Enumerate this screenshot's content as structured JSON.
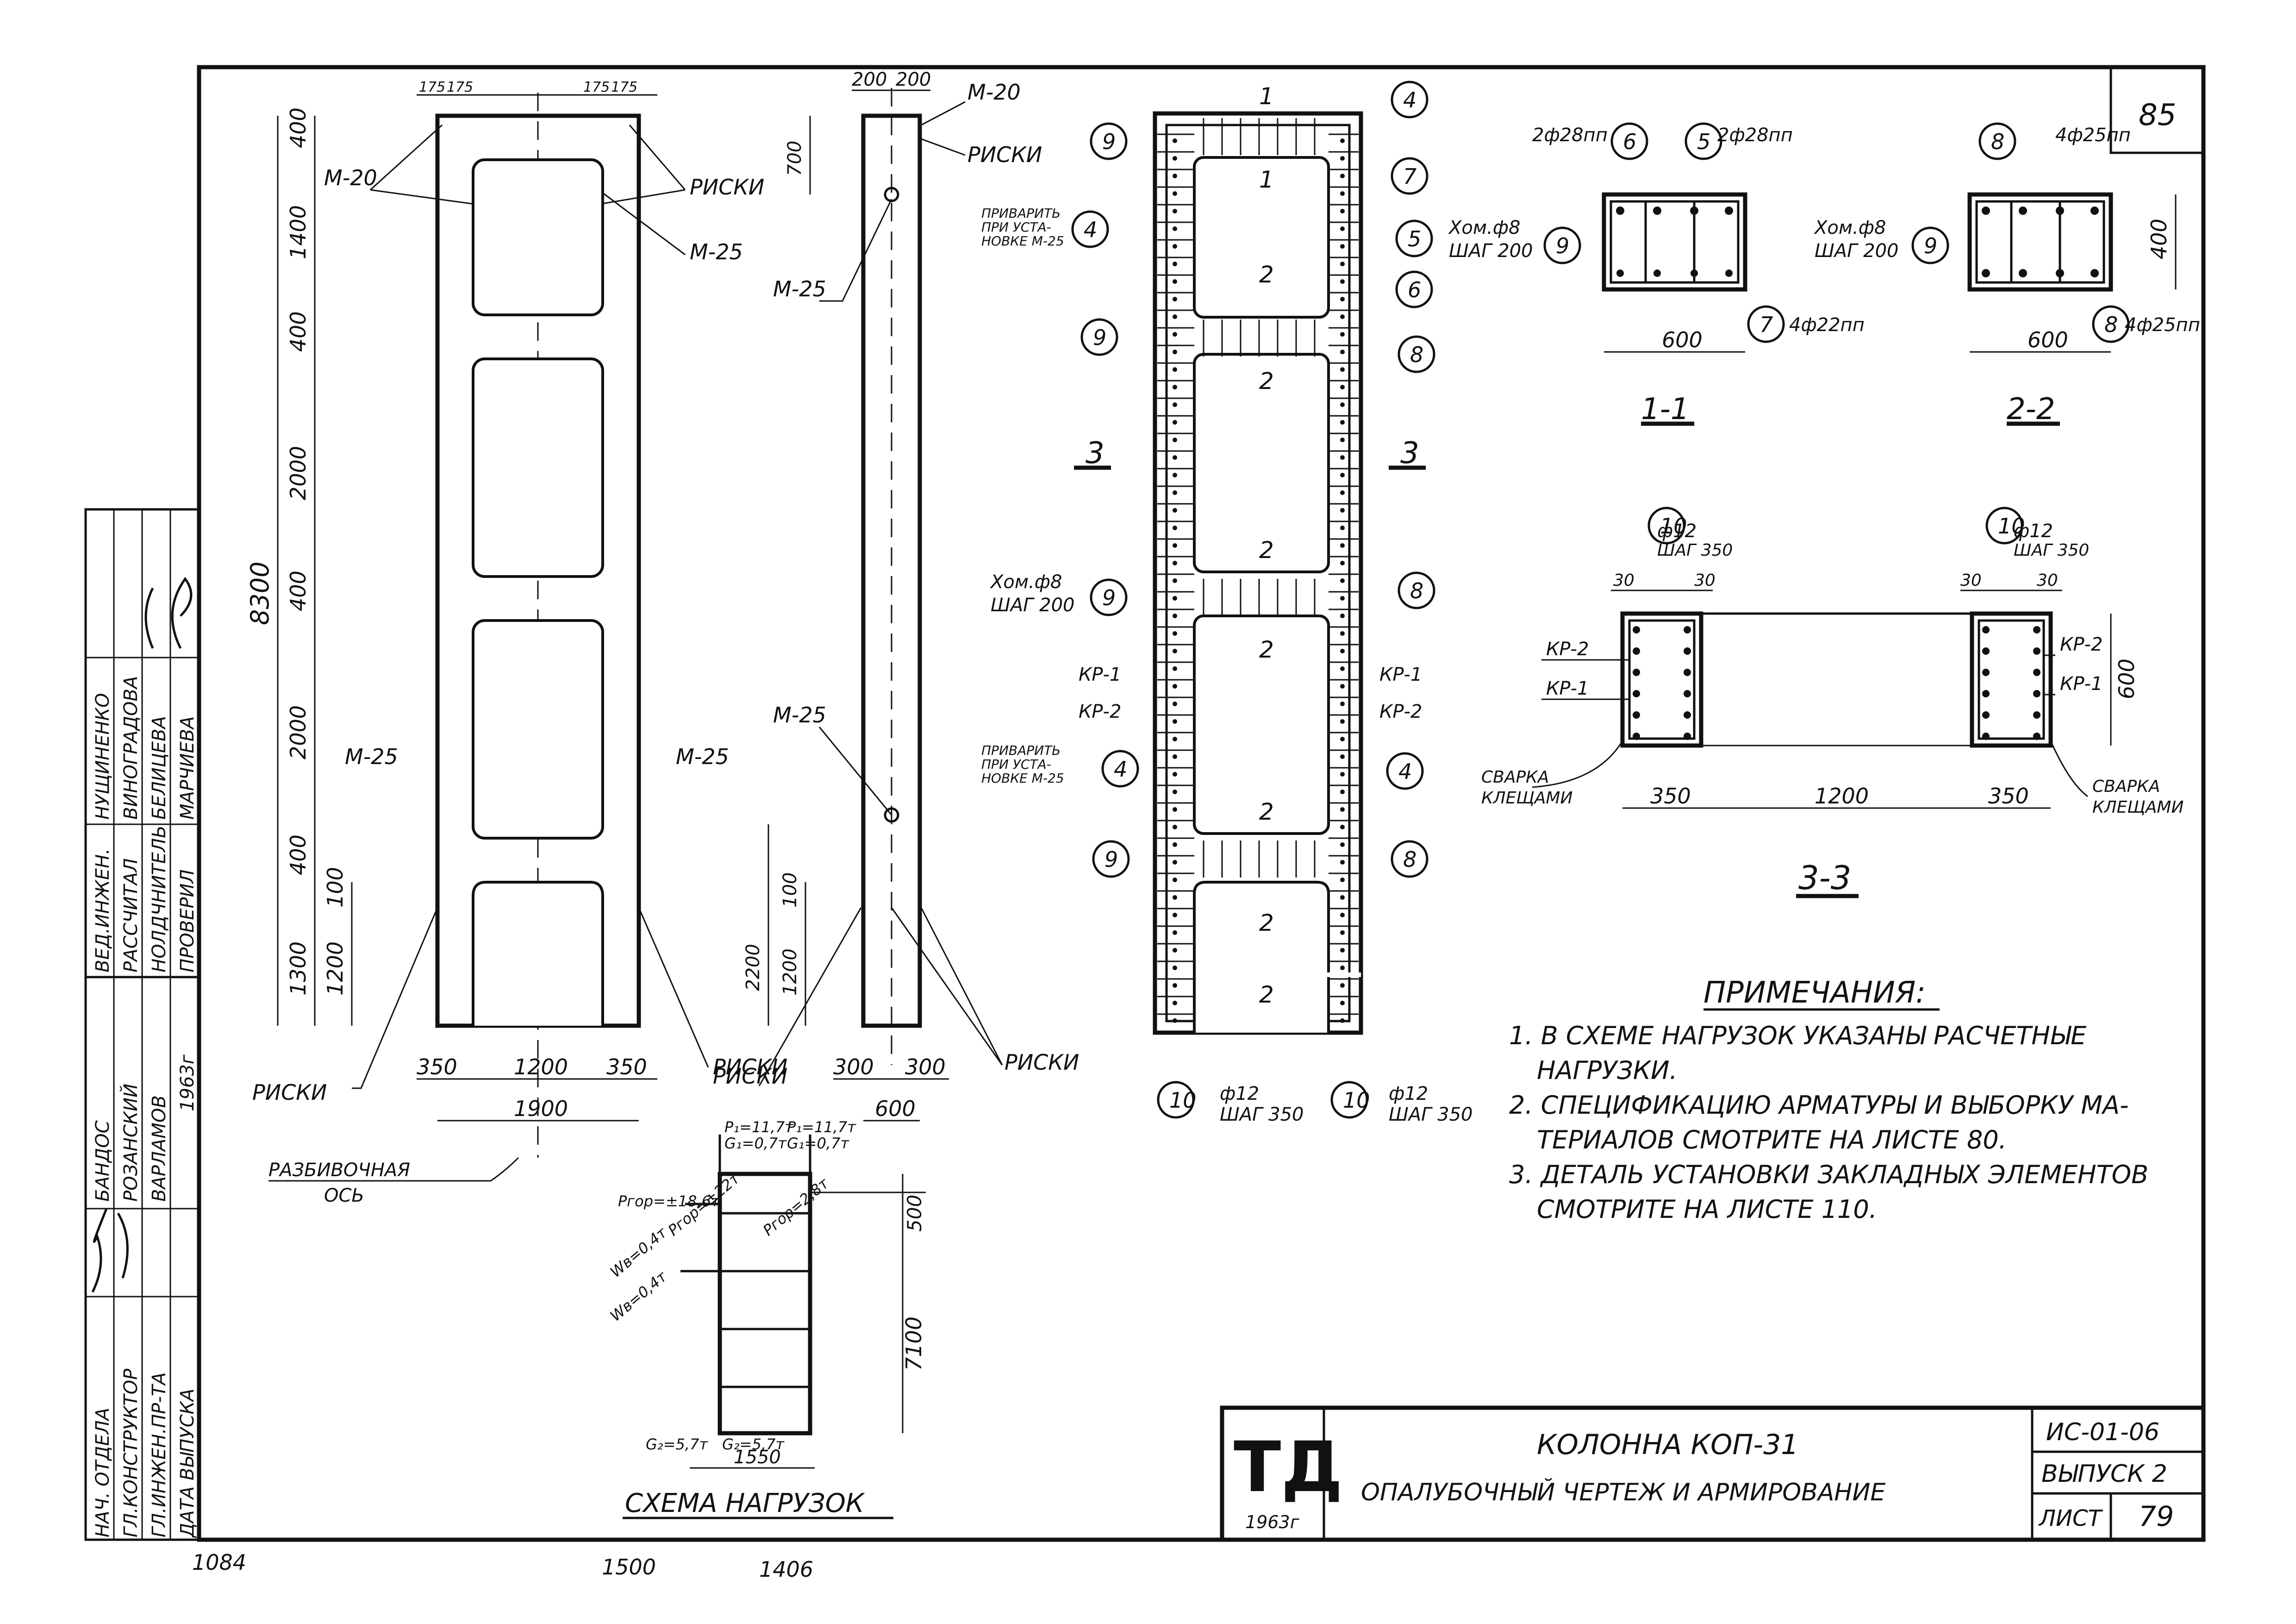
{
  "sheet": {
    "page_number": "85",
    "doc_code": "ИС-01-06",
    "issue": "ВЫПУСК 2",
    "sheet_label": "ЛИСТ",
    "sheet_number": "79",
    "logo_text": "ТД",
    "logo_year": "1963г",
    "title_line1": "КОЛОННА КОП-31",
    "title_line2": "ОПАЛУБОЧНЫЙ ЧЕРТЕЖ И АРМИРОВАНИЕ"
  },
  "stamp": {
    "roles": [
      "НАЧ. ОТДЕЛА",
      "ГЛ.КОНСТРУКТОР",
      "ГЛ.ИНЖЕН.ПР-ТА",
      "ДАТА ВЫПУСКА",
      "ВЕД.ИНЖЕН.",
      "РАССЧИТАЛ",
      "НОЛДЧНИТЕЛЬ",
      "ПРОВЕРИЛ"
    ],
    "names": [
      "БАНДОС",
      "РОЗАНСКИЙ",
      "ВАРЛАМОВ",
      "",
      "НУЩИНЕНКО",
      "ВИНОГРАДОВА",
      "БЕЛИЦЕВА",
      "МАРЧИЕВА"
    ],
    "date": "1963г"
  },
  "front_view": {
    "dims_top": [
      "175",
      "175",
      "175",
      "175"
    ],
    "dims_left": [
      "400",
      "1400",
      "400",
      "2000",
      "400",
      "2000",
      "400",
      "1300",
      "100",
      "1200"
    ],
    "dim_total": "8300",
    "dims_bottom": [
      "350",
      "1200",
      "350"
    ],
    "dim_bottom_total": "1900",
    "labels": {
      "m20": "М-20",
      "m25a": "М-25",
      "m25b": "М-25",
      "m25c": "М-25",
      "riski_top": "РИСКИ",
      "riski_left": "РИСКИ",
      "riski_right": "РИСКИ",
      "axis": "РАЗБИВОЧНАЯ",
      "axis2": "ОСЬ"
    }
  },
  "side_view": {
    "dims_top": [
      "200",
      "200"
    ],
    "dim_700": "700",
    "dims_left": [
      "2200",
      "100",
      "1200"
    ],
    "dims_bottom": [
      "300",
      "300"
    ],
    "dim_bottom_total": "600",
    "labels": {
      "m20": "М-20",
      "riski": "РИСКИ",
      "m25a": "М-25",
      "m25b": "М-25",
      "riski_bottom": "РИСКИ"
    }
  },
  "reinforcement": {
    "marks": [
      "1",
      "1",
      "2",
      "2",
      "2",
      "2",
      "2",
      "2",
      "2"
    ],
    "section3": "3",
    "note_weld1": [
      "ПРИВАРИТЬ",
      "ПРИ УСТА-",
      "НОВКЕ М-25"
    ],
    "hom": "Хом.ф8",
    "step200": "ШАГ 200",
    "kr1": "КР-1",
    "kr2": "КР-2",
    "phi12": "ф12",
    "step350": "ШАГ 350",
    "callouts": [
      "9",
      "4",
      "7",
      "4",
      "5",
      "6",
      "9",
      "8",
      "9",
      "8",
      "4",
      "4",
      "9",
      "8",
      "10",
      "10"
    ]
  },
  "sections": {
    "s11": {
      "title": "1-1",
      "width": "600",
      "lbl_a": "2ф28пп",
      "lbl_b": "2ф28пп",
      "lbl_c": "4ф22пп",
      "hom": "Хом.ф8",
      "step": "ШАГ 200",
      "c": [
        "6",
        "5",
        "9",
        "7"
      ]
    },
    "s22": {
      "title": "2-2",
      "width": "600",
      "height": "400",
      "lbl_a": "4ф25пп",
      "lbl_b": "4ф25пп",
      "hom": "Хом.ф8",
      "step": "ШАГ 200",
      "c": [
        "8",
        "9",
        "8"
      ]
    },
    "s33": {
      "title": "3-3",
      "phi": "ф12",
      "step": "ШАГ 350",
      "d30": "30",
      "dims": [
        "350",
        "1200",
        "350"
      ],
      "height": "600",
      "kr1": "КР-1",
      "kr2": "КР-2",
      "weld": "СВАРКА",
      "weld2": "КЛЕЩАМИ",
      "c": [
        "10",
        "10"
      ]
    }
  },
  "load_scheme": {
    "title": "СХЕМА НАГРУЗОК",
    "p1": "Р₁=11,7т",
    "g1": "G₁=0,7т",
    "p2": "Р₁=11,7т",
    "g2": "G₁=0,7т",
    "pgor": "Pгор=±18,6т",
    "w1": "Wв=0,4т",
    "pgor2": "Pгор=±22т",
    "w2": "Wв=0,4т",
    "pgor3": "Pгор=2,8т",
    "g3": "G₂=5,7т",
    "g4": "G₂=5,7т",
    "dim_500": "500",
    "dim_7100": "7100",
    "dim_1550": "1550"
  },
  "notes": {
    "heading": "ПРИМЕЧАНИЯ:",
    "items": [
      "1. В СХЕМЕ НАГРУЗОК УКАЗАНЫ РАСЧЕТНЫЕ",
      "НАГРУЗКИ.",
      "2. СПЕЦИФИКАЦИЮ АРМАТУРЫ И ВЫБОРКУ МА-",
      "ТЕРИАЛОВ СМОТРИТЕ НА ЛИСТЕ 80.",
      "3. ДЕТАЛЬ УСТАНОВКИ ЗАКЛАДНЫХ ЭЛЕМЕНТОВ",
      "СМОТРИТЕ НА ЛИСТЕ 110."
    ]
  },
  "margins": {
    "n1": "1084",
    "n2": "1500",
    "n3": "1406"
  }
}
